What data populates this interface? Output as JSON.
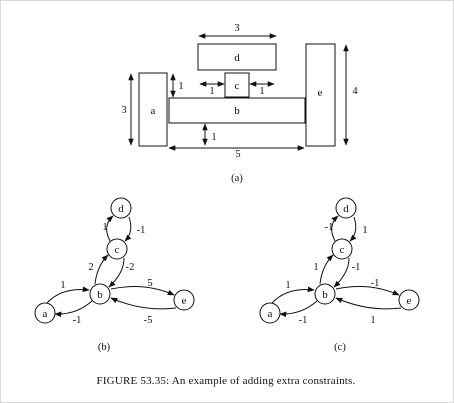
{
  "panel_a": {
    "boxes": {
      "a": "a",
      "b": "b",
      "c": "c",
      "d": "d",
      "e": "e"
    },
    "dims": {
      "top_width": "3",
      "left_height": "3",
      "gap_a_b": "1",
      "gap_b_c_left": "1",
      "gap_c_right": "1",
      "below_b": "1",
      "e_height": "4",
      "bottom_width": "5"
    },
    "caption": "(a)"
  },
  "panel_b": {
    "nodes": {
      "a": "a",
      "b": "b",
      "c": "c",
      "d": "d",
      "e": "e"
    },
    "edges": {
      "c_d": "1",
      "d_c": "-1",
      "b_c": "2",
      "c_b": "-2",
      "a_b": "1",
      "b_a": "-1",
      "b_e": "5",
      "e_b": "-5"
    },
    "caption": "(b)"
  },
  "panel_c": {
    "nodes": {
      "a": "a",
      "b": "b",
      "c": "c",
      "d": "d",
      "e": "e"
    },
    "edges": {
      "c_d": "-1",
      "d_c": "1",
      "b_c": "1",
      "c_b": "-1",
      "a_b": "1",
      "b_a": "-1",
      "b_e": "-1",
      "e_b": "1"
    },
    "caption": "(c)"
  },
  "figure_caption": "FIGURE 53.35: An example of adding extra constraints.",
  "colors": {
    "ink": "#111111",
    "frame": "#d9d9d9"
  }
}
